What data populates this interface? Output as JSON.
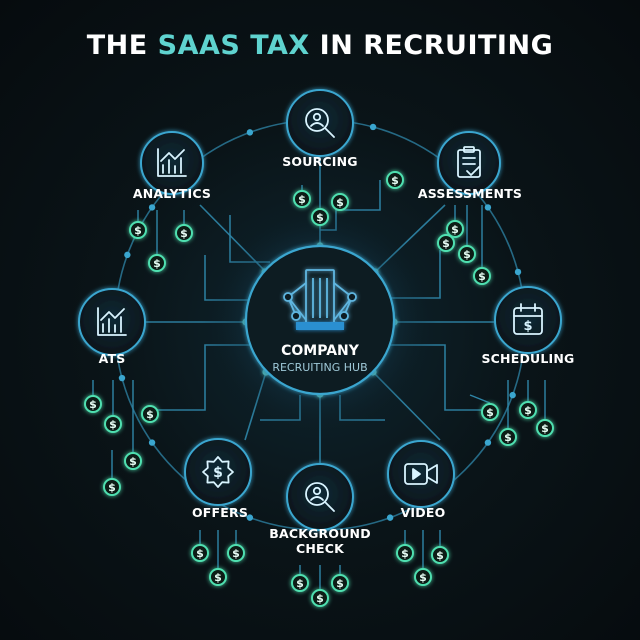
{
  "title": {
    "prefix": "THE",
    "highlight": "SAAS TAX",
    "suffix": "IN RECRUITING"
  },
  "hub": {
    "title": "COMPANY",
    "subtitle": "RECRUITING HUB",
    "icon": "building-network-icon"
  },
  "nodes": [
    {
      "id": "sourcing",
      "label": "SOURCING",
      "icon": "search-person-icon"
    },
    {
      "id": "assessments",
      "label": "ASSESSMENTS",
      "icon": "clipboard-check-icon"
    },
    {
      "id": "scheduling",
      "label": "SCHEDULING",
      "icon": "calendar-dollar-icon"
    },
    {
      "id": "video",
      "label": "VIDEO",
      "icon": "video-camera-icon"
    },
    {
      "id": "background-check",
      "label": "BACKGROUND CHECK",
      "icon": "search-person-icon"
    },
    {
      "id": "offers",
      "label": "OFFERS",
      "icon": "dollar-badge-icon"
    },
    {
      "id": "ats",
      "label": "ATS",
      "icon": "bar-chart-icon"
    },
    {
      "id": "analytics",
      "label": "ANALYTICS",
      "icon": "bar-chart-icon"
    }
  ],
  "coin_symbol": "$",
  "colors": {
    "accent": "#5fd3cf",
    "coin": "#4fe0b0",
    "line": "#2f86a8",
    "ring": "#3aa6cf",
    "background": "#0a1418"
  }
}
